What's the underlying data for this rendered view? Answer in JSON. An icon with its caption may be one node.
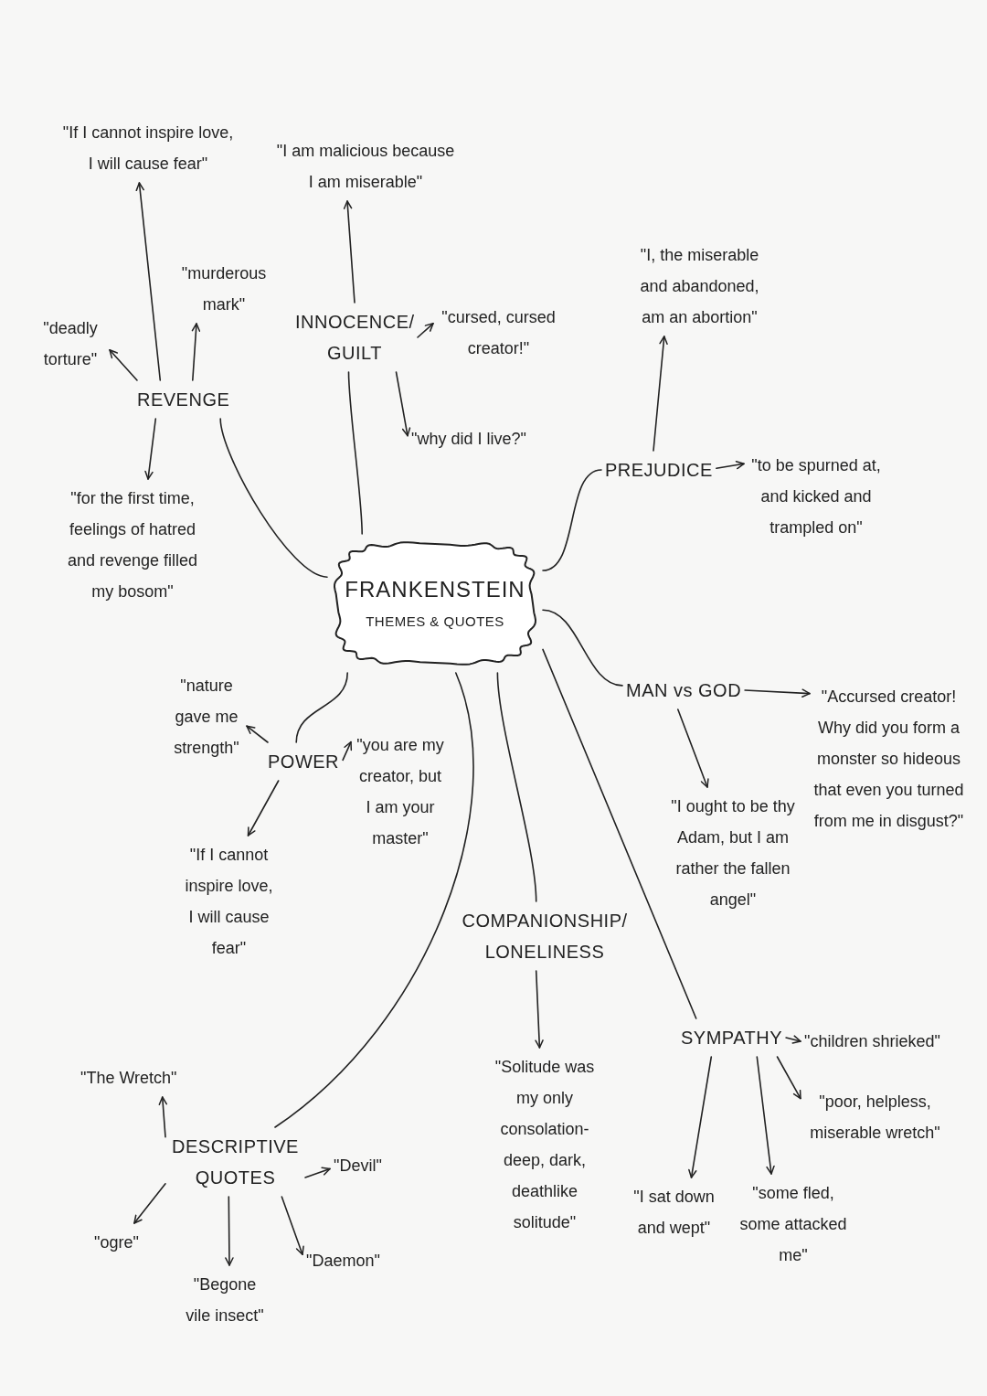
{
  "diagram": {
    "nodes": [
      {
        "text": [
          "FRANKENSTEIN",
          "THEMES & QUOTES"
        ]
      },
      {
        "text": [
          "REVENGE"
        ]
      },
      {
        "text": [
          "INNOCENCE/ GUILT"
        ]
      },
      {
        "text": [
          "PREJUDICE"
        ]
      },
      {
        "text": [
          "MAN vs GOD"
        ]
      },
      {
        "text": [
          "POWER"
        ]
      },
      {
        "text": [
          "COMPANIONSHIP/ LONELINESS"
        ]
      },
      {
        "text": [
          "SYMPATHY"
        ]
      },
      {
        "text": [
          "DESCRIPTIVE QUOTES"
        ]
      },
      {
        "text": [
          "\"If I cannot inspire love, I will cause fear\""
        ]
      },
      {
        "text": [
          "\"murderous mark\""
        ]
      },
      {
        "text": [
          "\"deadly torture\""
        ]
      },
      {
        "text": [
          "\"for the first time, feelings of hatred and revenge filled my bosom\""
        ]
      },
      {
        "text": [
          "\"I am malicious because I am miserable\""
        ]
      },
      {
        "text": [
          "\"cursed, cursed creator!\""
        ]
      },
      {
        "text": [
          "\"why did I live?\""
        ]
      },
      {
        "text": [
          "\"I, the miserable and abandoned, am an abortion\""
        ]
      },
      {
        "text": [
          "\"to be spurned at, and kicked and trampled on\""
        ]
      },
      {
        "text": [
          "\"Accursed creator! Why did you form a monster so hideous that even you turned from me in disgust?\""
        ]
      },
      {
        "text": [
          "\"I ought to be thy Adam, but I am rather the fallen angel\""
        ]
      },
      {
        "text": [
          "\"nature gave me strength\""
        ]
      },
      {
        "text": [
          "\"you are my creator, but I am your master\""
        ]
      },
      {
        "text": [
          "\"If I cannot inspire love, I will cause fear\""
        ]
      },
      {
        "text": [
          "\"Solitude was my only consolation- deep, dark, deathlike solitude\""
        ]
      },
      {
        "text": [
          "\"children shrieked\""
        ]
      },
      {
        "text": [
          "\"poor, helpless, miserable wretch\""
        ]
      },
      {
        "text": [
          "\"I sat down and wept\""
        ]
      },
      {
        "text": [
          "\"some fled, some attacked me\""
        ]
      },
      {
        "text": [
          "\"The Wretch\""
        ]
      },
      {
        "text": [
          "\"Devil\""
        ]
      },
      {
        "text": [
          "\"ogre\""
        ]
      },
      {
        "text": [
          "\"Begone vile insect\""
        ]
      },
      {
        "text": [
          "\"Daemon\""
        ]
      }
    ],
    "edges": [
      {
        "from": 0,
        "to": 1,
        "arrow": "none"
      },
      {
        "from": 0,
        "to": 2,
        "arrow": "none"
      },
      {
        "from": 0,
        "to": 3,
        "arrow": "none"
      },
      {
        "from": 0,
        "to": 4,
        "arrow": "none"
      },
      {
        "from": 0,
        "to": 5,
        "arrow": "none"
      },
      {
        "from": 0,
        "to": 6,
        "arrow": "none"
      },
      {
        "from": 0,
        "to": 7,
        "arrow": "none"
      },
      {
        "from": 0,
        "to": 8,
        "arrow": "none"
      },
      {
        "from": 1,
        "to": 9,
        "arrow": "to"
      },
      {
        "from": 1,
        "to": 10,
        "arrow": "to"
      },
      {
        "from": 1,
        "to": 11,
        "arrow": "to"
      },
      {
        "from": 1,
        "to": 12,
        "arrow": "to"
      },
      {
        "from": 2,
        "to": 13,
        "arrow": "to"
      },
      {
        "from": 2,
        "to": 14,
        "arrow": "to"
      },
      {
        "from": 2,
        "to": 15,
        "arrow": "to"
      },
      {
        "from": 3,
        "to": 16,
        "arrow": "to"
      },
      {
        "from": 3,
        "to": 17,
        "arrow": "to"
      },
      {
        "from": 4,
        "to": 18,
        "arrow": "to"
      },
      {
        "from": 4,
        "to": 19,
        "arrow": "to"
      },
      {
        "from": 5,
        "to": 20,
        "arrow": "to"
      },
      {
        "from": 5,
        "to": 21,
        "arrow": "to"
      },
      {
        "from": 5,
        "to": 22,
        "arrow": "to"
      },
      {
        "from": 6,
        "to": 23,
        "arrow": "to"
      },
      {
        "from": 7,
        "to": 24,
        "arrow": "to"
      },
      {
        "from": 7,
        "to": 25,
        "arrow": "to"
      },
      {
        "from": 7,
        "to": 26,
        "arrow": "to"
      },
      {
        "from": 7,
        "to": 27,
        "arrow": "to"
      },
      {
        "from": 8,
        "to": 28,
        "arrow": "to"
      },
      {
        "from": 8,
        "to": 29,
        "arrow": "to"
      },
      {
        "from": 8,
        "to": 30,
        "arrow": "to"
      },
      {
        "from": 8,
        "to": 31,
        "arrow": "to"
      },
      {
        "from": 8,
        "to": 32,
        "arrow": "to"
      }
    ]
  }
}
